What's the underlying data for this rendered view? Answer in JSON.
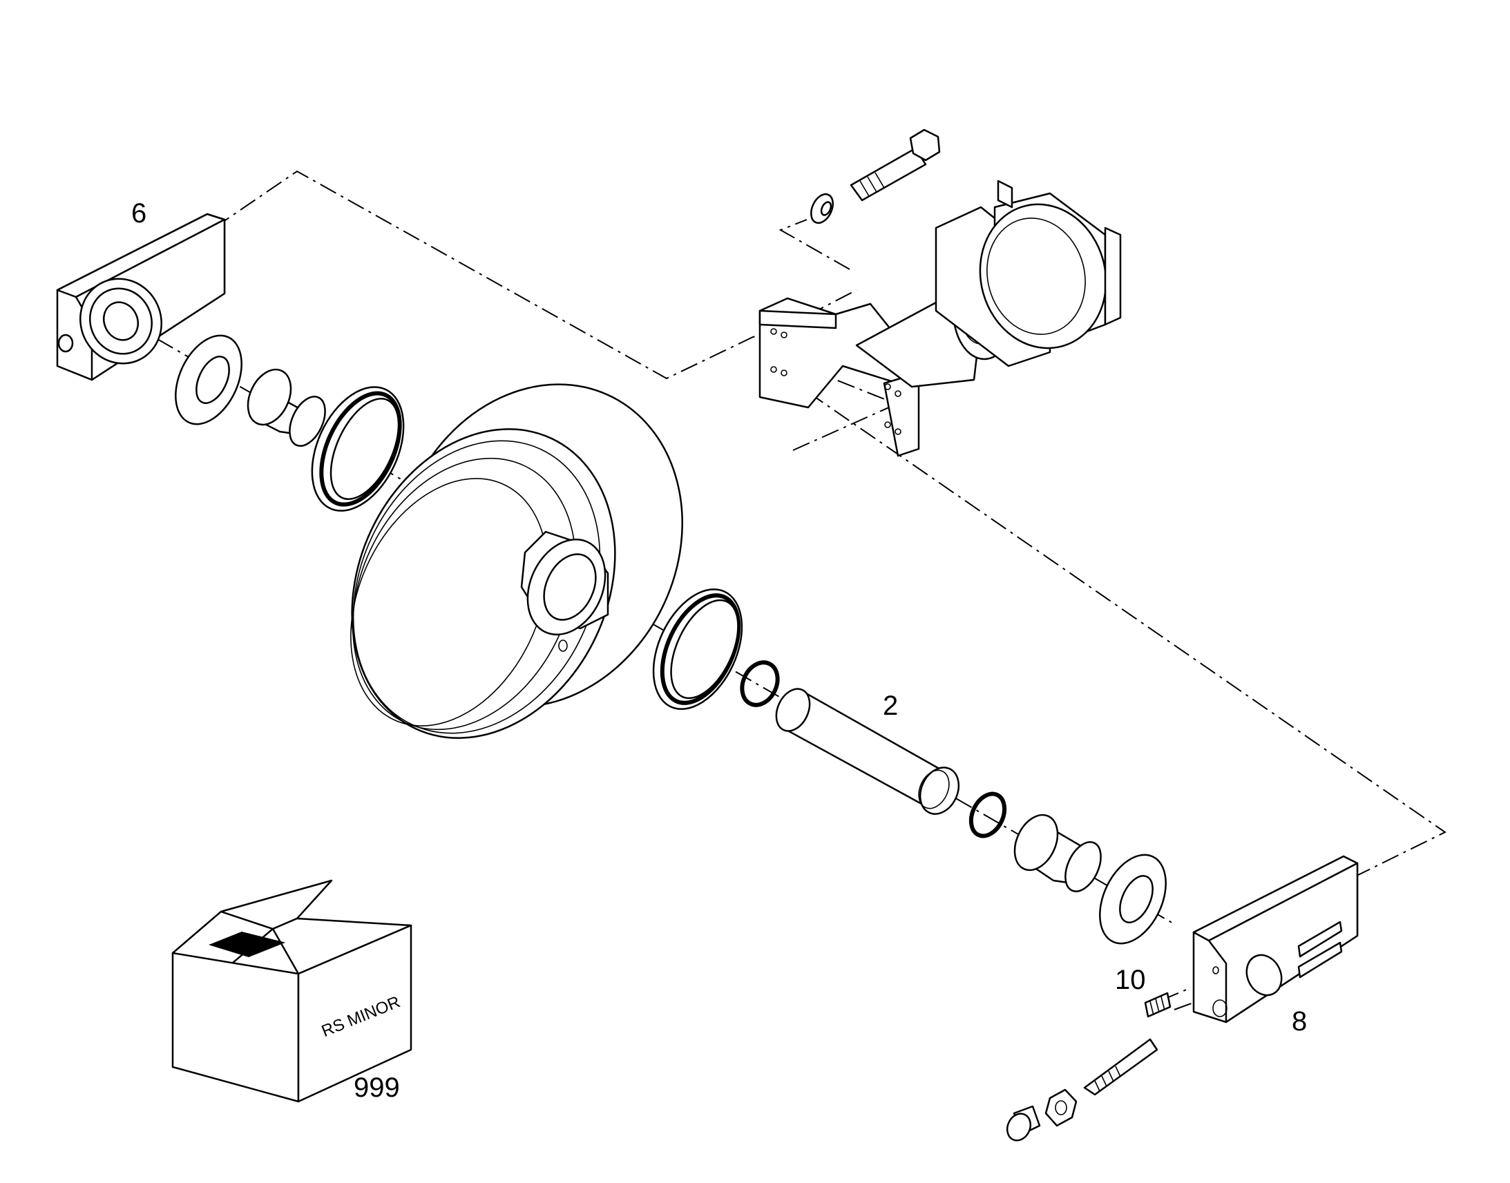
{
  "callouts": {
    "part_6": "6",
    "part_2": "2",
    "part_10": "10",
    "part_8": "8",
    "part_999": "999"
  },
  "box_label": "RS MINOR",
  "colors": {
    "line": "#000000",
    "background": "#ffffff"
  }
}
